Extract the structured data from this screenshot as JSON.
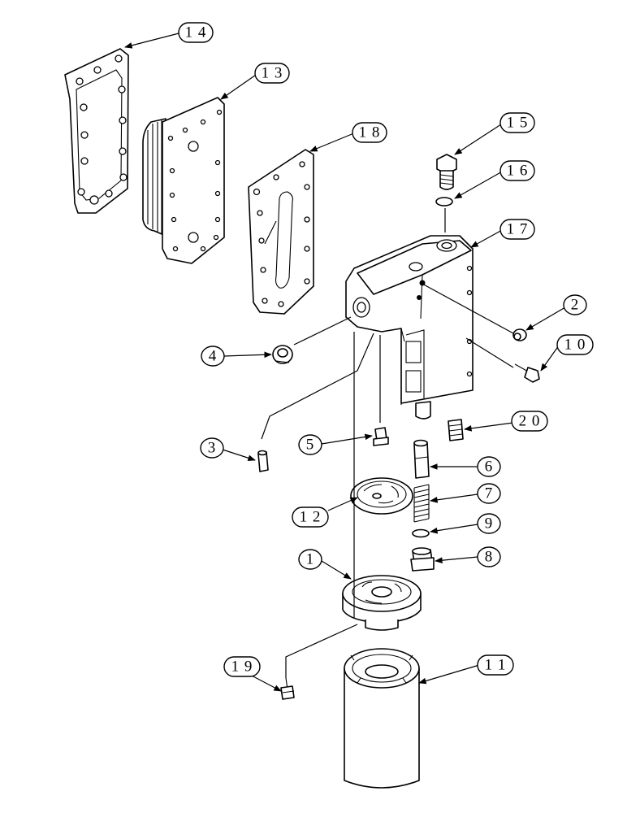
{
  "callouts": [
    {
      "id": "c14",
      "label": "1 4"
    },
    {
      "id": "c13",
      "label": "1 3"
    },
    {
      "id": "c18",
      "label": "1 8"
    },
    {
      "id": "c15",
      "label": "1 5"
    },
    {
      "id": "c16",
      "label": "1 6"
    },
    {
      "id": "c17",
      "label": "1 7"
    },
    {
      "id": "c2",
      "label": "2"
    },
    {
      "id": "c10",
      "label": "1 0"
    },
    {
      "id": "c4",
      "label": "4"
    },
    {
      "id": "c20",
      "label": "2 0"
    },
    {
      "id": "c3",
      "label": "3"
    },
    {
      "id": "c5",
      "label": "5"
    },
    {
      "id": "c6",
      "label": "6"
    },
    {
      "id": "c7",
      "label": "7"
    },
    {
      "id": "c12",
      "label": "1 2"
    },
    {
      "id": "c9",
      "label": "9"
    },
    {
      "id": "c1",
      "label": "1"
    },
    {
      "id": "c8",
      "label": "8"
    },
    {
      "id": "c19",
      "label": "1 9"
    },
    {
      "id": "c11",
      "label": "1 1"
    }
  ]
}
